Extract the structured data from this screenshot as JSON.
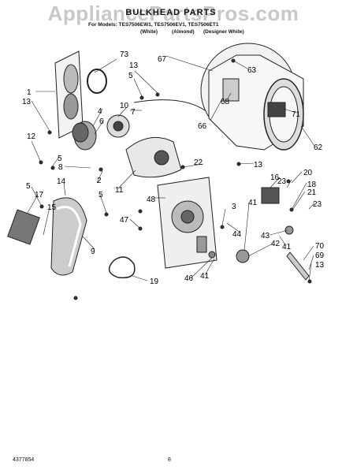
{
  "watermark": "AppliancePartsPros.com",
  "title": "BULKHEAD PARTS",
  "models": "For Models: TES7506EW1, TES7506EV1, TES7506ET1",
  "color_labels": [
    "(White)",
    "(Almond)",
    "(Designer White)"
  ],
  "footer": {
    "part_no": "4377854",
    "page": "8"
  },
  "callouts": [
    "73",
    "1",
    "13",
    "13",
    "5",
    "7",
    "4",
    "6",
    "10",
    "12",
    "5",
    "8",
    "2",
    "11",
    "67",
    "63",
    "68",
    "71",
    "66",
    "62",
    "22",
    "13",
    "48",
    "16",
    "20",
    "23",
    "18",
    "21",
    "23",
    "5",
    "14",
    "17",
    "15",
    "5",
    "47",
    "3",
    "41",
    "44",
    "43",
    "9",
    "42",
    "41",
    "70",
    "69",
    "13",
    "19",
    "46",
    "41"
  ]
}
